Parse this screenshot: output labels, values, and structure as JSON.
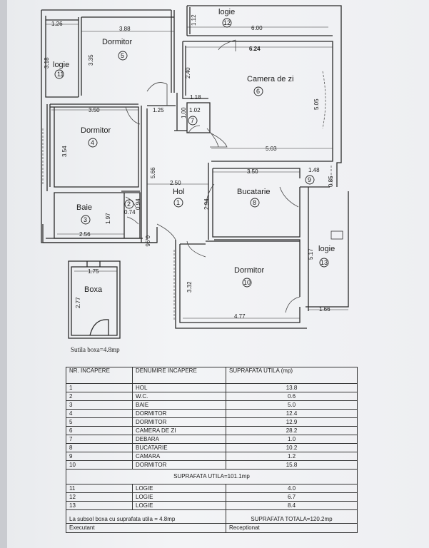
{
  "plan": {
    "rooms": [
      {
        "id": "logie-11",
        "name": "logie",
        "number": "11"
      },
      {
        "id": "dormitor-5",
        "name": "Dormitor",
        "number": "5"
      },
      {
        "id": "logie-12",
        "name": "logie",
        "number": "12"
      },
      {
        "id": "camera-6",
        "name": "Camera de zi",
        "number": "6"
      },
      {
        "id": "dormitor-4",
        "name": "Dormitor",
        "number": "4"
      },
      {
        "id": "wc-7",
        "name": "",
        "number": "7"
      },
      {
        "id": "hol-1",
        "name": "Hol",
        "number": "1"
      },
      {
        "id": "bucatarie-8",
        "name": "Bucatarie",
        "number": "8"
      },
      {
        "id": "camara-9",
        "name": "",
        "number": "9"
      },
      {
        "id": "baie-3",
        "name": "Baie",
        "number": "3"
      },
      {
        "id": "debara-2",
        "name": "",
        "number": "2"
      },
      {
        "id": "logie-13",
        "name": "logie",
        "number": "13"
      },
      {
        "id": "dormitor-10",
        "name": "Dormitor",
        "number": "10"
      },
      {
        "id": "boxa",
        "name": "Boxa",
        "number": ""
      }
    ],
    "dimensions": [
      "1.26",
      "3.88",
      "1.12",
      "6.00",
      "6.24",
      "3.18",
      "3.35",
      "2.40",
      "1.18",
      "3.50",
      "1.25",
      "1.02",
      "1.00",
      "5.05",
      "5.03",
      "3.54",
      "5.66",
      "2.50",
      "3.50",
      "1.48",
      "0.85",
      "2.94",
      "0.94",
      "1.97",
      "0.74",
      "2.56",
      "0.96",
      "5.17",
      "1.75",
      "2.77",
      "3.32",
      "4.77",
      "1.66"
    ],
    "boxa_caption": "Sutila boxa=4.8mp"
  },
  "table": {
    "headers": {
      "nr": "NR. INCAPERE",
      "name": "DENUMIRE INCAPERE",
      "area": "SUPRAFATA UTILA   (mp)"
    },
    "rows": [
      {
        "nr": "1",
        "name": "HOL",
        "area": "13.8"
      },
      {
        "nr": "2",
        "name": "W.C.",
        "area": "0.6"
      },
      {
        "nr": "3",
        "name": "BAIE",
        "area": "5.0"
      },
      {
        "nr": "4",
        "name": "DORMITOR",
        "area": "12.4"
      },
      {
        "nr": "5",
        "name": "DORMITOR",
        "area": "12.9"
      },
      {
        "nr": "6",
        "name": "CAMERA DE ZI",
        "area": "28.2"
      },
      {
        "nr": "7",
        "name": "DEBARA",
        "area": "1.0"
      },
      {
        "nr": "8",
        "name": "BUCATARIE",
        "area": "10.2"
      },
      {
        "nr": "9",
        "name": "CAMARA",
        "area": "1.2"
      },
      {
        "nr": "10",
        "name": "DORMITOR",
        "area": "15.8"
      }
    ],
    "subtotal": "SUPRAFATA UTILA=101.1mp",
    "logii": [
      {
        "nr": "11",
        "name": "LOGIE",
        "area": "4.0"
      },
      {
        "nr": "12",
        "name": "LOGIE",
        "area": "6.7"
      },
      {
        "nr": "13",
        "name": "LOGIE",
        "area": "8.4"
      }
    ],
    "footer_left": "La subsol  boxa cu suprafata utila = 4.8mp",
    "total": "SUPRAFATA TOTALA=120.2mp",
    "executant": "Executant",
    "receptionat": "Receptionat"
  }
}
